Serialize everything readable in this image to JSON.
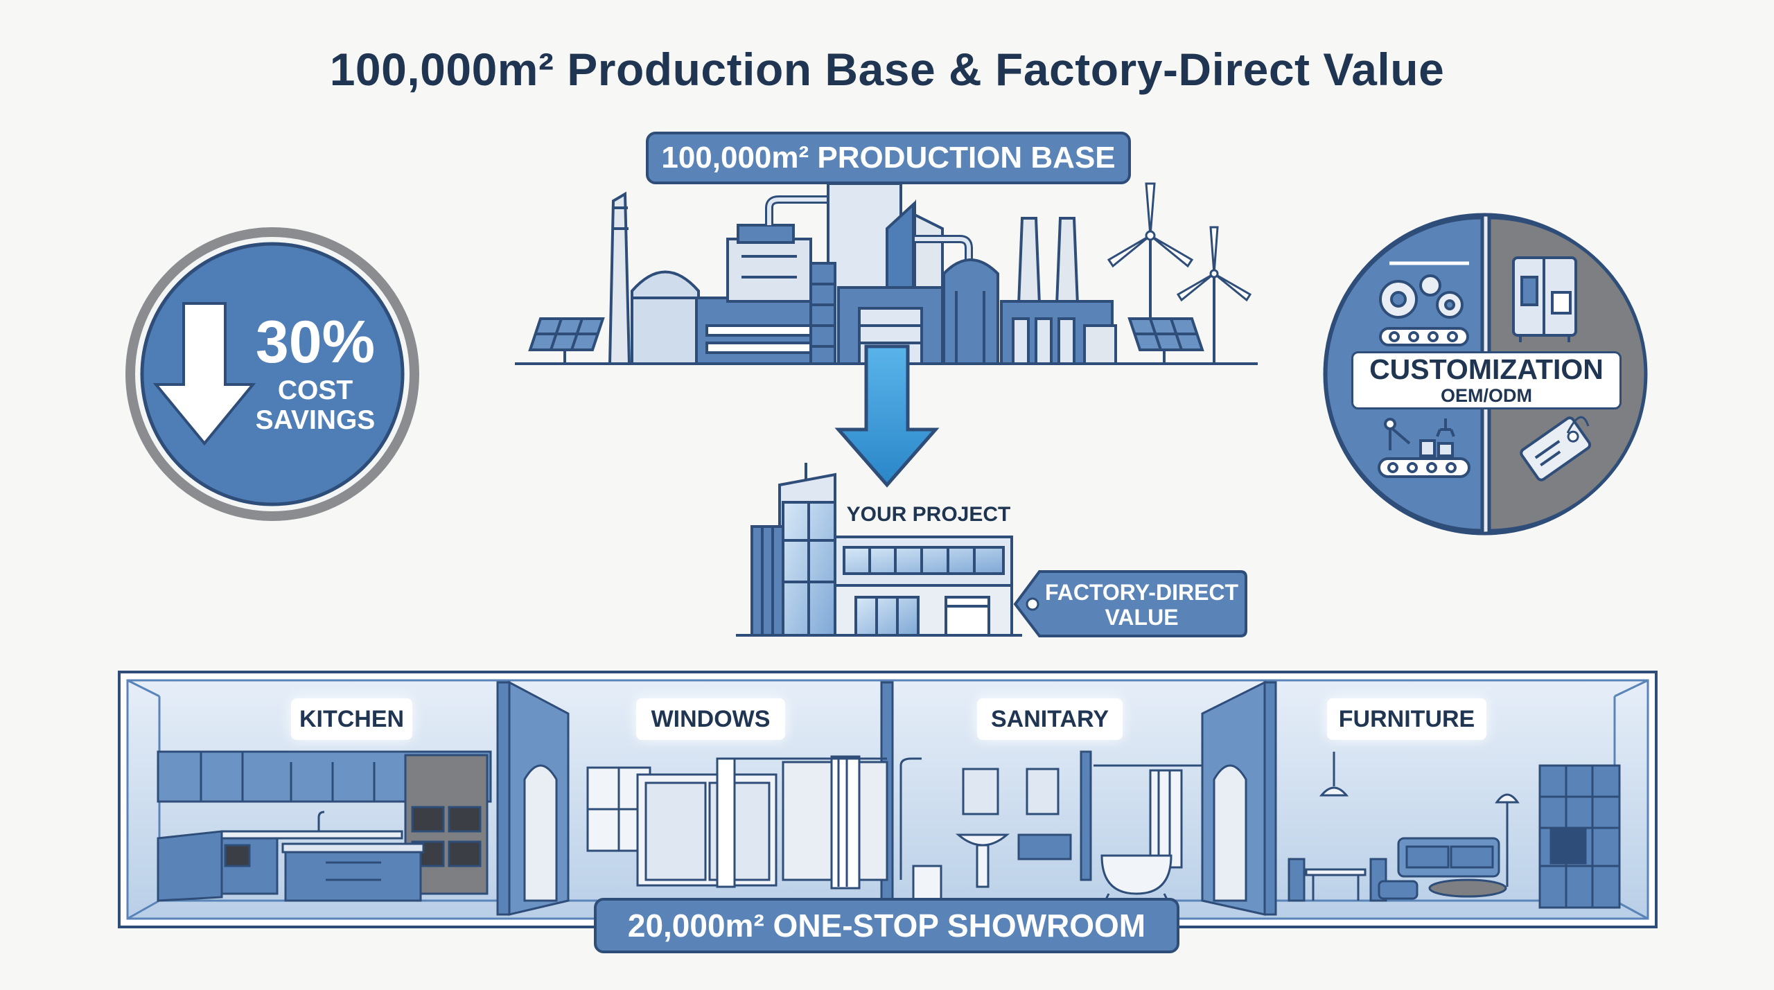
{
  "title": "100,000m² Production Base & Factory-Direct Value",
  "production_base": {
    "label": "100,000m² PRODUCTION BASE"
  },
  "cost_savings": {
    "percent": "30%",
    "line1": "COST",
    "line2": "SAVINGS"
  },
  "customization": {
    "label": "CUSTOMIZATION",
    "sublabel": "OEM/ODM"
  },
  "project": {
    "label": "YOUR PROJECT"
  },
  "factory_direct": {
    "line1": "FACTORY-DIRECT",
    "line2": "VALUE"
  },
  "showroom": {
    "label": "20,000m² ONE-STOP SHOWROOM",
    "rooms": [
      "KITCHEN",
      "WINDOWS",
      "SANITARY",
      "FURNITURE"
    ]
  },
  "colors": {
    "navy": "#2e4d78",
    "mid_blue": "#5a84b8",
    "light_blue": "#d6e3f2",
    "arrow_blue": "#3a9ad8",
    "gray": "#7d7f82",
    "text_dark": "#1f3552"
  }
}
